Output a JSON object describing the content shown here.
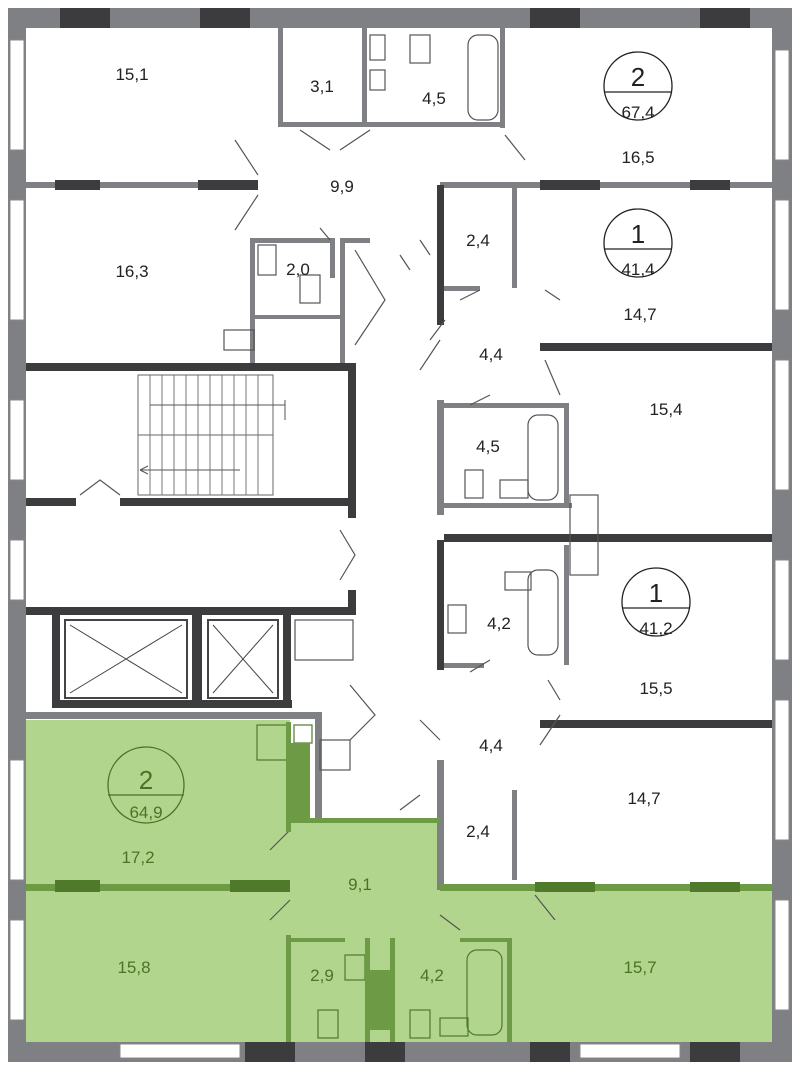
{
  "plan": {
    "colors": {
      "highlight_fill": "#b1d58d",
      "highlight_wall": "#6c9a45",
      "highlight_text": "#4a7423",
      "wall": "#7f8083",
      "wall_dark": "#3c3c3e"
    },
    "apartments": [
      {
        "rooms_count": "2",
        "total_area": "67,4",
        "highlighted": false
      },
      {
        "rooms_count": "1",
        "total_area": "41,4",
        "highlighted": false
      },
      {
        "rooms_count": "1",
        "total_area": "41,2",
        "highlighted": false
      },
      {
        "rooms_count": "2",
        "total_area": "64,9",
        "highlighted": true
      }
    ],
    "rooms": [
      "15,1",
      "3,1",
      "4,5",
      "16,5",
      "9,9",
      "16,3",
      "2,0",
      "2,4",
      "14,7",
      "4,4",
      "4,5",
      "15,4",
      "4,2",
      "15,5",
      "4,4",
      "14,7",
      "2,4",
      "17,2",
      "9,1",
      "15,8",
      "2,9",
      "4,2",
      "15,7"
    ]
  }
}
